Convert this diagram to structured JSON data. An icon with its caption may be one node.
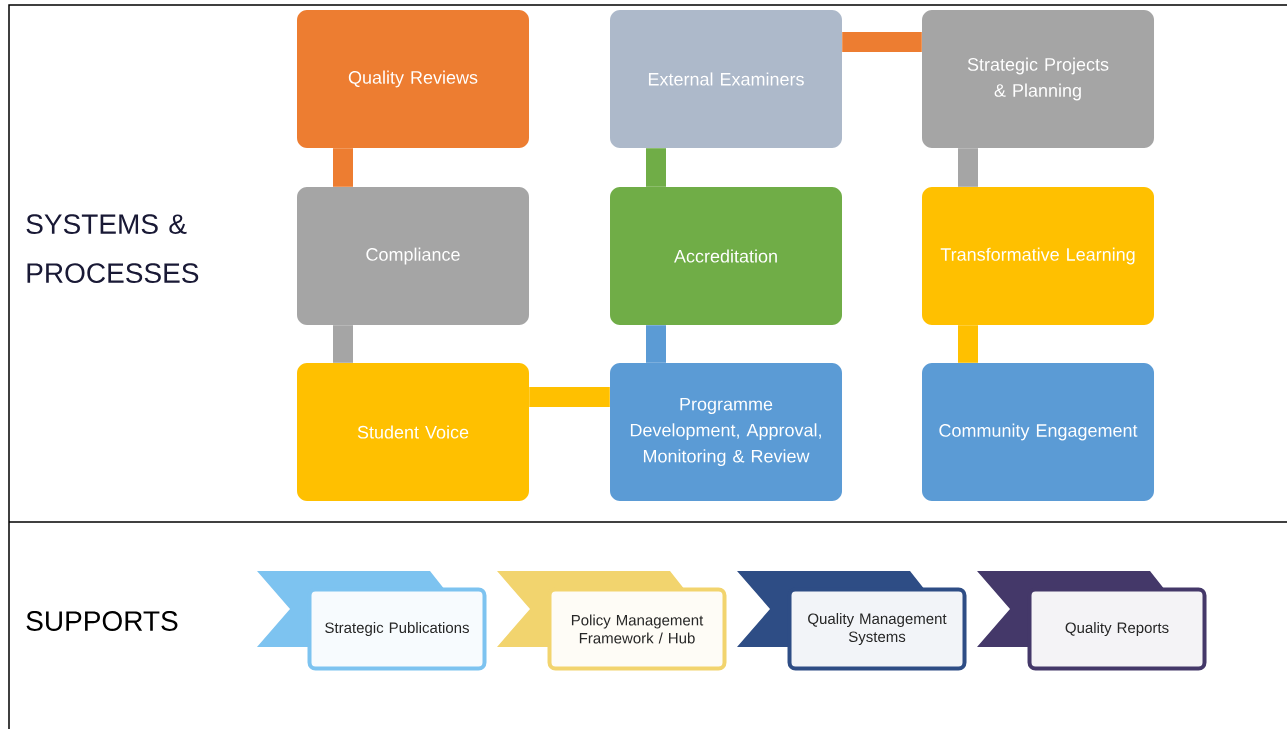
{
  "diagram": {
    "nodes": [
      {
        "text": [
          "Quality Reviews"
        ]
      },
      {
        "text": [
          "External Examiners"
        ]
      },
      {
        "text": [
          "Strategic Projects & Planning"
        ]
      },
      {
        "text": [
          "Compliance"
        ]
      },
      {
        "text": [
          "Accreditation"
        ]
      },
      {
        "text": [
          "Transformative Learning"
        ]
      },
      {
        "text": [
          "Student Voice"
        ]
      },
      {
        "text": [
          "Programme Development, Approval,  Monitoring & Review"
        ]
      },
      {
        "text": [
          "Community Engagement"
        ]
      },
      {
        "text": [
          "Strategic Publications"
        ]
      },
      {
        "text": [
          "Policy Management Framework / Hub"
        ]
      },
      {
        "text": [
          "Quality Management Systems"
        ]
      },
      {
        "text": [
          "Quality Reports"
        ]
      }
    ],
    "edges": [
      {
        "from": 0,
        "to": 3,
        "arrow": "none",
        "color": "#ED7D31"
      },
      {
        "from": 3,
        "to": 6,
        "arrow": "none",
        "color": "#A5A5A5"
      },
      {
        "from": 6,
        "to": 7,
        "arrow": "none",
        "color": "#FFC000"
      },
      {
        "from": 1,
        "to": 4,
        "arrow": "none",
        "color": "#70AD47"
      },
      {
        "from": 4,
        "to": 7,
        "arrow": "none",
        "color": "#5B9BD5"
      },
      {
        "from": 1,
        "to": 2,
        "arrow": "none",
        "color": "#ED7D31"
      },
      {
        "from": 2,
        "to": 5,
        "arrow": "none",
        "color": "#A5A5A5"
      },
      {
        "from": 5,
        "to": 8,
        "arrow": "none",
        "color": "#FFC000"
      }
    ],
    "labels": [
      "SYSTEMS & PROCESSES",
      "SUPPORTS"
    ]
  }
}
